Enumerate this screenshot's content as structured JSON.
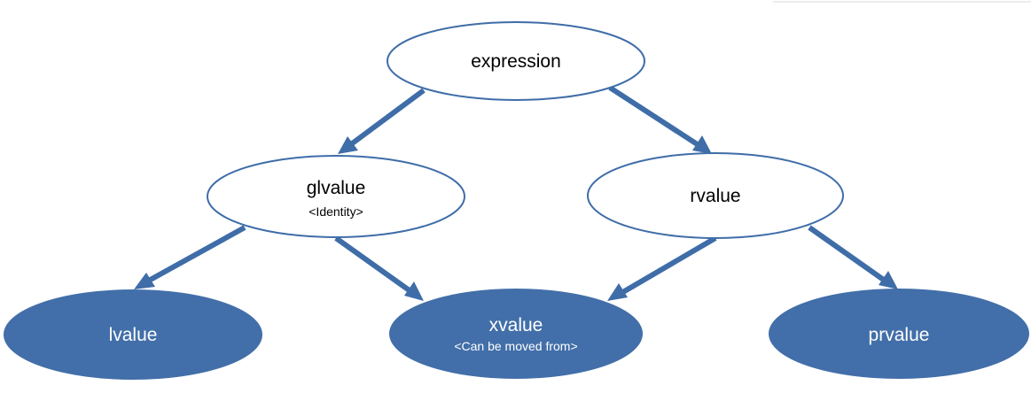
{
  "nodes": {
    "expression": {
      "label": "expression",
      "sublabel": ""
    },
    "glvalue": {
      "label": "glvalue",
      "sublabel": "<Identity>"
    },
    "rvalue": {
      "label": "rvalue",
      "sublabel": ""
    },
    "lvalue": {
      "label": "lvalue",
      "sublabel": ""
    },
    "xvalue": {
      "label": "xvalue",
      "sublabel": "<Can be moved from>"
    },
    "prvalue": {
      "label": "prvalue",
      "sublabel": ""
    }
  },
  "edges": [
    {
      "from": "expression",
      "to": "glvalue"
    },
    {
      "from": "expression",
      "to": "rvalue"
    },
    {
      "from": "glvalue",
      "to": "lvalue"
    },
    {
      "from": "glvalue",
      "to": "xvalue"
    },
    {
      "from": "rvalue",
      "to": "xvalue"
    },
    {
      "from": "rvalue",
      "to": "prvalue"
    }
  ],
  "colors": {
    "accent": "#3f6da8",
    "filled_node": "#426fa9",
    "outline_node_fill": "#ffffff",
    "text_dark": "#000000",
    "text_light": "#ffffff"
  }
}
